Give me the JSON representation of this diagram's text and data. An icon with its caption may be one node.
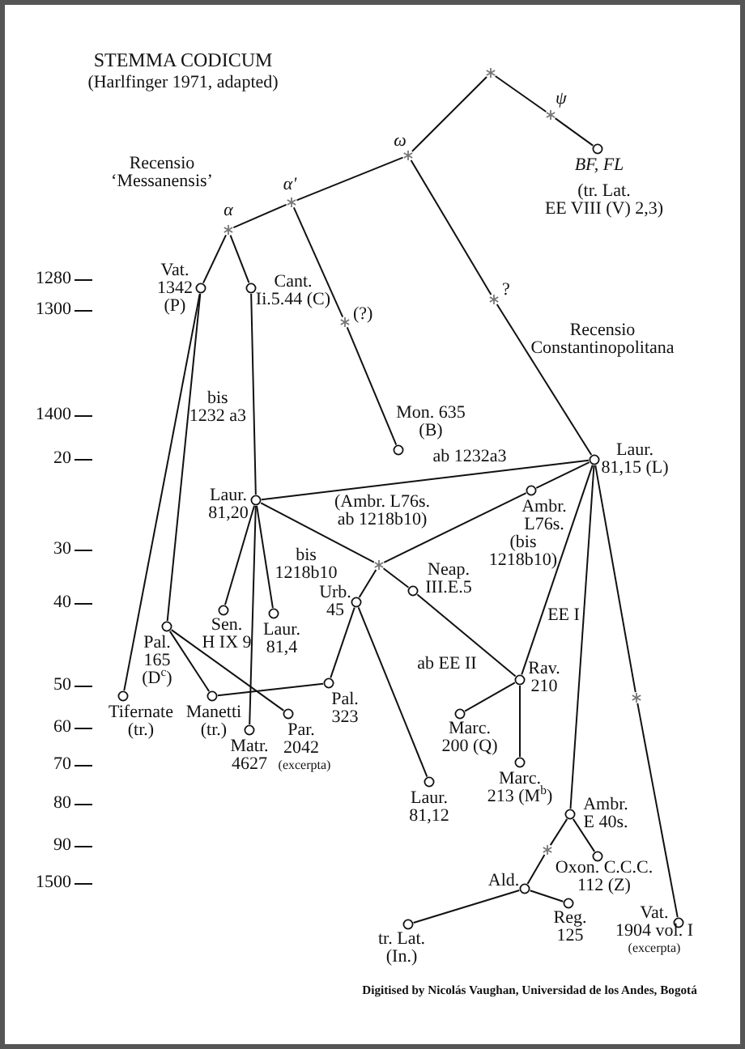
{
  "diagram": {
    "title": "STEMMA CODICUM",
    "caption": "Digitised by Nicolás Vaughan, Universidad de los Andes, Bogotá",
    "nodes": [
      {
        "text": [],
        "shape": "asterisk"
      },
      {
        "text": [
          "ψ"
        ]
      },
      {
        "text": [
          "BF, FL",
          "(tr. Lat. EE VIII (V) 2,3)"
        ]
      },
      {
        "text": [
          "ω"
        ]
      },
      {
        "text": [
          "α'"
        ]
      },
      {
        "text": [
          "α"
        ]
      },
      {
        "text": [
          "Vat. 1342 (P)"
        ]
      },
      {
        "text": [
          "Cant. Ii.5.44 (C)"
        ]
      },
      {
        "text": [
          "(?)"
        ]
      },
      {
        "text": [
          "?"
        ]
      },
      {
        "text": [
          "Mon. 635 (B)"
        ]
      },
      {
        "text": [
          "Laur. 81,15 (L)"
        ]
      },
      {
        "text": [
          "Laur. 81,20"
        ]
      },
      {
        "text": [
          "Ambr. L76s.",
          "(bis 1218b10)"
        ]
      },
      {
        "text": [
          "(Ambr. L76s. ab 1218b10)"
        ]
      },
      {
        "text": [
          "Urb. 45"
        ]
      },
      {
        "text": [
          "Neap. III.E.5"
        ]
      },
      {
        "text": [
          "Sen. H IX 9"
        ]
      },
      {
        "text": [
          "Laur. 81,4"
        ]
      },
      {
        "text": [
          "Pal. 165 (D$^{c}$)"
        ]
      },
      {
        "text": [
          "Tifernate (tr.)"
        ]
      },
      {
        "text": [
          "Manetti (tr.)"
        ]
      },
      {
        "text": [
          "Pal. 323"
        ]
      },
      {
        "text": [
          "Par. 2042",
          "(excerpta)"
        ]
      },
      {
        "text": [
          "Matr. 4627"
        ]
      },
      {
        "text": [
          "Rav. 210"
        ]
      },
      {
        "text": [
          "Marc. 200 (Q)"
        ]
      },
      {
        "text": [
          "Marc. 213 (M$^{b}$)"
        ]
      },
      {
        "text": [
          "Laur. 81,12"
        ]
      },
      {
        "text": [
          "Ambr. E 40s."
        ]
      },
      {
        "text": [],
        "shape": "asterisk"
      },
      {
        "text": [],
        "shape": "asterisk"
      },
      {
        "text": [
          "Oxon. C.C.C. 112 (Z)"
        ]
      },
      {
        "text": [
          "Ald."
        ]
      },
      {
        "text": [
          "Reg. 125"
        ]
      },
      {
        "text": [
          "Vat. 1904 vol. I",
          "(excerpta)"
        ]
      },
      {
        "text": [
          "tr. Lat. (In.)"
        ]
      }
    ],
    "edges": [
      {
        "from": 0,
        "to": 3,
        "arrow": "none"
      },
      {
        "from": 0,
        "to": 1,
        "arrow": "none"
      },
      {
        "from": 1,
        "to": 2,
        "arrow": "none"
      },
      {
        "from": 3,
        "to": 4,
        "arrow": "none"
      },
      {
        "from": 3,
        "to": 9,
        "arrow": "none"
      },
      {
        "from": 4,
        "to": 5,
        "arrow": "none"
      },
      {
        "from": 4,
        "to": 8,
        "arrow": "none"
      },
      {
        "from": 5,
        "to": 6,
        "arrow": "none"
      },
      {
        "from": 5,
        "to": 7,
        "arrow": "none"
      },
      {
        "from": 8,
        "to": 10,
        "arrow": "none"
      },
      {
        "from": 9,
        "to": 11,
        "arrow": "none"
      },
      {
        "from": 7,
        "to": 12,
        "arrow": "none",
        "label": "bis 1232 a3"
      },
      {
        "from": 11,
        "to": 12,
        "arrow": "none",
        "label": "ab 1232a3"
      },
      {
        "from": 11,
        "to": 13,
        "arrow": "none"
      },
      {
        "from": 12,
        "to": 14,
        "arrow": "none",
        "label": "bis 1218b10"
      },
      {
        "from": 13,
        "to": 14,
        "arrow": "none"
      },
      {
        "from": 14,
        "to": 15,
        "arrow": "none"
      },
      {
        "from": 14,
        "to": 16,
        "arrow": "none"
      },
      {
        "from": 16,
        "to": 25,
        "arrow": "none",
        "label": "ab EE II"
      },
      {
        "from": 11,
        "to": 25,
        "arrow": "none",
        "label": "EE I"
      },
      {
        "from": 12,
        "to": 17,
        "arrow": "none"
      },
      {
        "from": 12,
        "to": 18,
        "arrow": "none"
      },
      {
        "from": 12,
        "to": 24,
        "arrow": "none"
      },
      {
        "from": 6,
        "to": 20,
        "arrow": "none"
      },
      {
        "from": 6,
        "to": 19,
        "arrow": "none"
      },
      {
        "from": 19,
        "to": 21,
        "arrow": "none"
      },
      {
        "from": 19,
        "to": 23,
        "arrow": "none"
      },
      {
        "from": 15,
        "to": 22,
        "arrow": "none"
      },
      {
        "from": 22,
        "to": 21,
        "arrow": "none"
      },
      {
        "from": 15,
        "to": 28,
        "arrow": "none"
      },
      {
        "from": 25,
        "to": 26,
        "arrow": "none"
      },
      {
        "from": 25,
        "to": 27,
        "arrow": "none"
      },
      {
        "from": 11,
        "to": 29,
        "arrow": "none"
      },
      {
        "from": 11,
        "to": 30,
        "arrow": "none"
      },
      {
        "from": 30,
        "to": 35,
        "arrow": "none"
      },
      {
        "from": 29,
        "to": 31,
        "arrow": "none"
      },
      {
        "from": 31,
        "to": 33,
        "arrow": "none"
      },
      {
        "from": 29,
        "to": 32,
        "arrow": "none"
      },
      {
        "from": 33,
        "to": 36,
        "arrow": "none"
      },
      {
        "from": 33,
        "to": 34,
        "arrow": "none"
      }
    ],
    "labels": [
      "(Harlfinger 1971, adapted)",
      "Recensio ‘Messanensis’",
      "1280",
      "1300",
      "Recensio Constantinopolitana",
      "1400",
      "20",
      "30",
      "40",
      "50",
      "60",
      "70",
      "80",
      "90",
      "1500"
    ]
  }
}
